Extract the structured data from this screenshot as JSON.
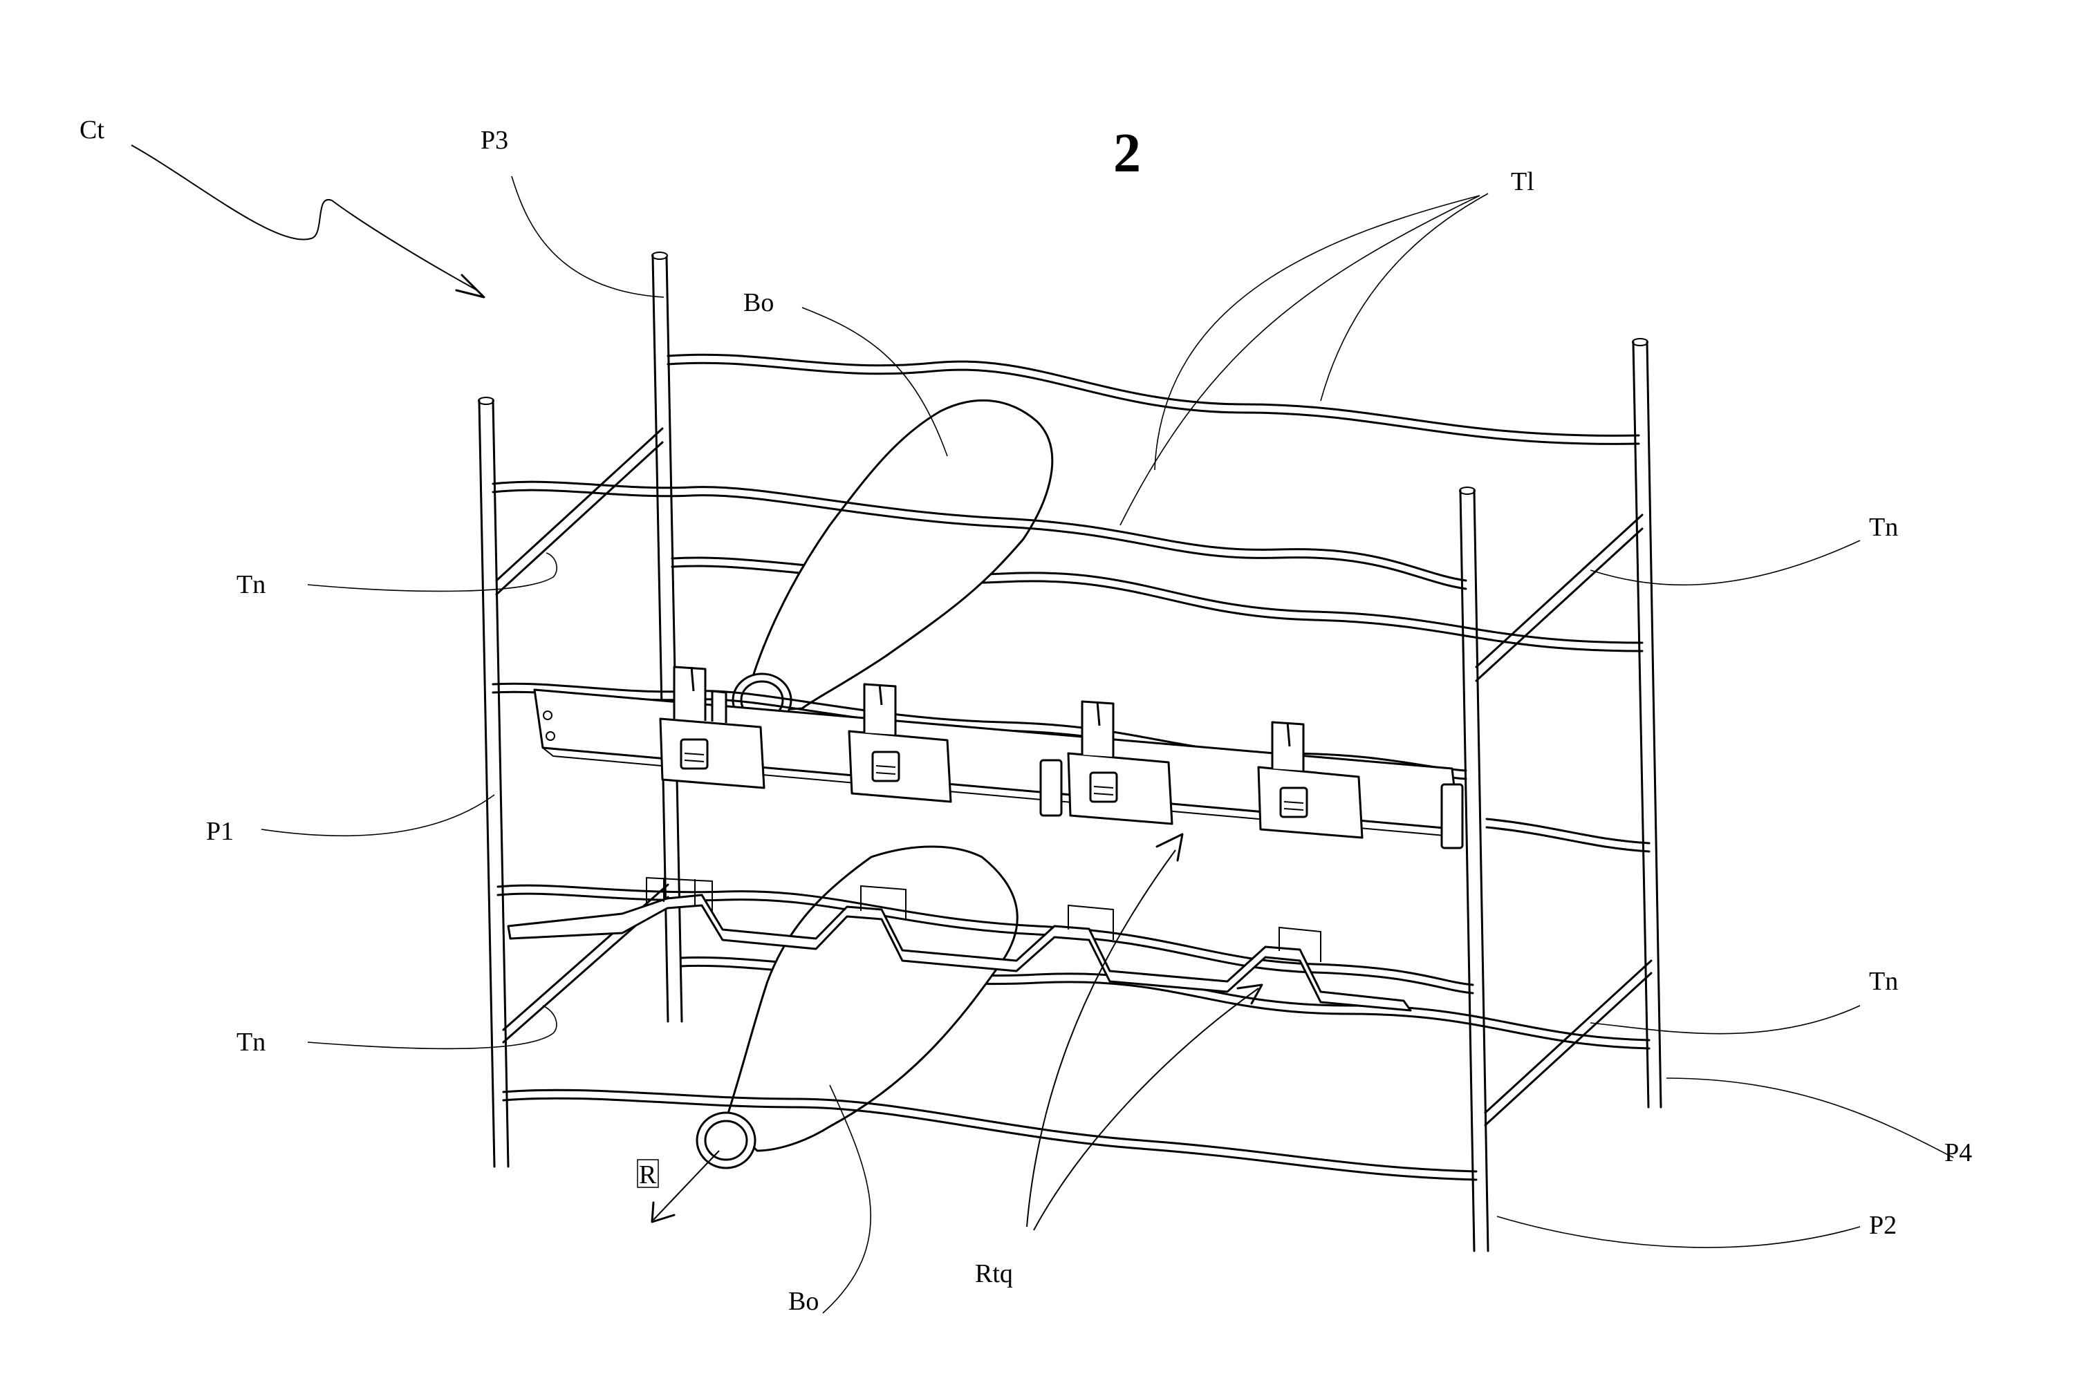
{
  "figure": {
    "number_fragment": "2"
  },
  "labels": {
    "ct": "Ct",
    "p3": "P3",
    "bo_top": "Bo",
    "tl": "Tl",
    "tn_right_top": "Tn",
    "tn_left_top": "Tn",
    "p1": "P1",
    "tn_right_bottom": "Tn",
    "tn_left_bottom": "Tn",
    "p4": "P4",
    "p2": "P2",
    "r": "R",
    "bo_bottom": "Bo",
    "rtq": "Rtq"
  }
}
